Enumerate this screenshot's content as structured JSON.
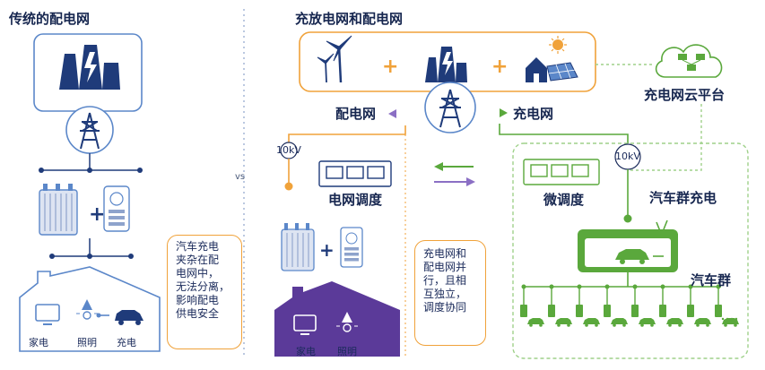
{
  "left": {
    "title": "传统的配电网",
    "appliance_labels": [
      "家电",
      "照明",
      "充电"
    ],
    "note": "汽车充电\n夹杂在配\n电网中，\n无法分离，\n影响配电\n供电安全"
  },
  "vs_label": "vs",
  "right": {
    "title": "充放电网和配电网",
    "plus_sign": "+",
    "cloud_label": "充电网云平台",
    "distribution_label": "配电网",
    "charging_label": "充电网",
    "kv_left": "10kV",
    "kv_right": "10kV",
    "dispatch_label": "电网调度",
    "micro_dispatch_label": "微调度",
    "fleet_charging_label": "汽车群充电",
    "fleet_label": "汽车群",
    "appliance_labels": [
      "家电",
      "照明"
    ],
    "note": "充电网和\n配电网并\n行，且相\n互独立，\n调度协同"
  },
  "colors": {
    "navy": "#1f3b7a",
    "blue_border": "#5b87c9",
    "orange": "#f0a23a",
    "green": "#5aa83c",
    "purple": "#5b3a99",
    "light_green": "#9fd18a",
    "arrow_purple": "#8b6fc4"
  }
}
